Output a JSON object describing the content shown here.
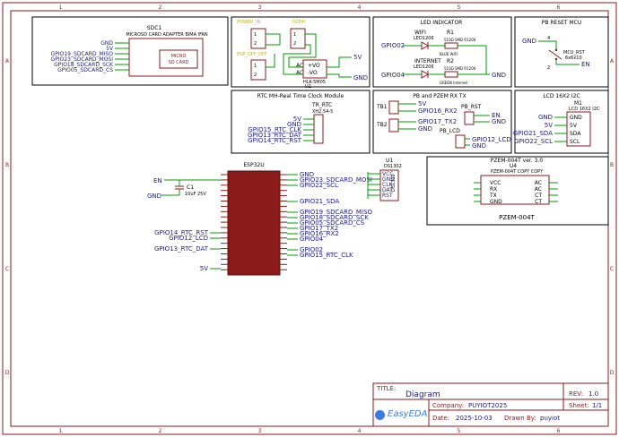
{
  "sheet": {
    "columns": [
      "1",
      "2",
      "3",
      "4",
      "5",
      "6"
    ],
    "rows": [
      "A",
      "B",
      "C",
      "D"
    ]
  },
  "blocks": {
    "sdcard": {
      "title": "SDC1",
      "subtitle": "MICROSD CARD ADAPTER BIMA IFAN",
      "pins_left": [
        "GND",
        "5V",
        "GPIO19_SDCARD_MISO",
        "GPIO23_SDCARD_MOSI",
        "GPIO18_SDCARD_SCK",
        "GPIO05_SDCARD_CS"
      ],
      "module_label": "MICRO SD CARD"
    },
    "power": {
      "power_in": "POWER_IN",
      "pzem": "PZEM",
      "esp_off": "ESP_OFF_OFF",
      "ac": "AC",
      "vo_pos": "+VO",
      "vo_neg": "-VO",
      "module": "HLK-5M05",
      "ref": "U2",
      "net_5v": "5V",
      "net_gnd": "GND"
    },
    "led": {
      "title": "LED INDICATOR",
      "wifi": "WIFI",
      "internet": "INTERNET",
      "led_pkg": "LED1206",
      "r1": "R1",
      "r2": "R2",
      "r_val": "510Ω SMD R1206",
      "blue": "BLUE WIFI",
      "green": "GREEN Internet",
      "gpio_a": "GPIO02",
      "gpio_b": "GPIO04",
      "gnd": "GND"
    },
    "pbreset": {
      "title": "PB RESET MCU",
      "gnd": "GND",
      "en": "EN",
      "sw_name": "MCU_RST",
      "sw_size": "6x6x10"
    },
    "rtc": {
      "title": "RTC MH-Real Time Clock Module",
      "ref": "TR_RTC",
      "pkg": "XH2.54-5",
      "pins": [
        "5V",
        "GND",
        "GPIO15_RTC_CLK",
        "GPIO13_RTC_DAT",
        "GPIO14_RTC_RST"
      ]
    },
    "pb_pzem": {
      "title": "PB and PZEM RX TX",
      "tb1": "TB1",
      "tb2": "TB2",
      "tb1_pins": [
        "5V",
        "GPIO16_RX2"
      ],
      "tb2_pins": [
        "GPIO17_TX2",
        "GND"
      ],
      "pb_rst": "PB_RST",
      "pb_lcd": "PB_LCD",
      "rst_pins": [
        "EN",
        "GND"
      ],
      "lcd_pins": [
        "GPIO12_LCD",
        "GND"
      ]
    },
    "lcd": {
      "title": "LCD 16X2 I2C",
      "ref": "M1",
      "pkg": "LCD 16X2 I2C",
      "pins": [
        "GND",
        "5V",
        "SDA",
        "SCL"
      ],
      "nets": [
        "GND",
        "5V",
        "GPIO21_SDA",
        "GPIO22_SCL"
      ]
    },
    "pzem_mod": {
      "title": "PZEM-004T ver. 3.0",
      "ref": "U4",
      "pkg": "PZEM-004T COPY COPY",
      "pins_left": [
        "VCC",
        "RX",
        "TX",
        "GND"
      ],
      "pins_right": [
        "AC",
        "AC",
        "CT",
        "CT"
      ],
      "name": "PZEM-004T"
    }
  },
  "esp": {
    "name": "ESP32U",
    "en_net": "EN",
    "gnd_net": "GND",
    "cap_ref": "C1",
    "cap_val": "10uF 25V",
    "left_nets": [
      "GPIO14_RTC_RST",
      "GPIO12_LCD",
      "GPIO13_RTC_DAT",
      "5V"
    ],
    "right_nets": [
      "GND",
      "GPIO23_SDCARD_MOSI",
      "GPIO22_SCL",
      "GPIO21_SDA",
      "GPIO19_SDCARD_MISO",
      "GPIO18_SDCARD_SCK",
      "GPIO05_SDCARD_CS",
      "GPIO17_TX2",
      "GPIO16_RX2",
      "GPIO04",
      "GPIO02",
      "GPIO15_RTC_CLK"
    ]
  },
  "ds1302": {
    "ref": "U1",
    "name": "DS1302",
    "pins": [
      "VCC",
      "GND",
      "CLK",
      "DAT",
      "RST"
    ],
    "body": "DS1302"
  },
  "title_block": {
    "title_label": "TITLE:",
    "title": "Diagram",
    "rev_label": "REV:",
    "rev": "1.0",
    "company_label": "Company:",
    "company": "PUYIOT2025",
    "sheet_label": "Sheet:",
    "sheet": "1/1",
    "date_label": "Date:",
    "date": "2025-10-03",
    "drawn_label": "Drawn By:",
    "drawn": "puyiot",
    "logo": "EasyEDA"
  },
  "colors": {
    "frame": "#8a1a1a",
    "wire": "#009a00",
    "net": "#1a1a8a",
    "pin": "#8a1a1a",
    "esp_body": "#8b1a1a",
    "esp_fill": "#8b1a1a",
    "accent": "#c9b400"
  }
}
